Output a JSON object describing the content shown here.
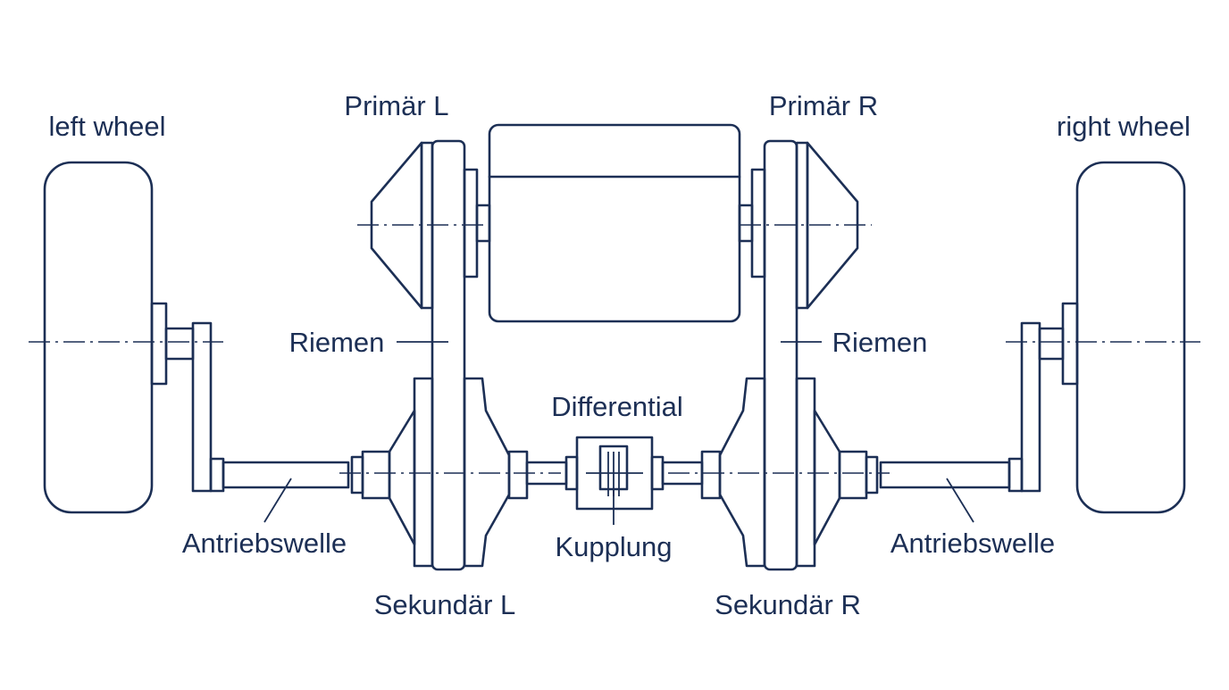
{
  "colors": {
    "ink": "#1c2f55",
    "background": "#ffffff"
  },
  "labels": {
    "left_wheel": "left wheel",
    "right_wheel": "right wheel",
    "primary_left": "Primär L",
    "primary_right": "Primär R",
    "belt_left": "Riemen",
    "belt_right": "Riemen",
    "differential": "Differential",
    "coupling": "Kupplung",
    "drive_shaft_left": "Antriebswelle",
    "drive_shaft_right": "Antriebswelle",
    "secondary_left": "Sekundär L",
    "secondary_right": "Sekundär R"
  }
}
